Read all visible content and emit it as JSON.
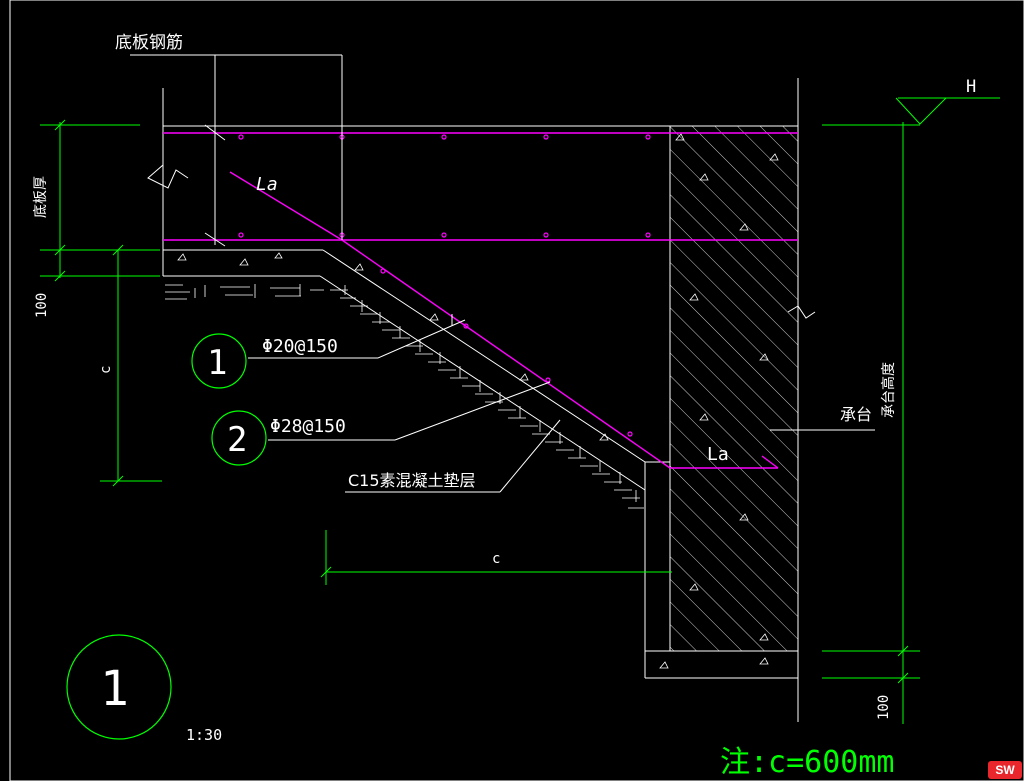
{
  "drawing": {
    "labels": {
      "slab_rebar": "底板钢筋",
      "slab_thickness": "底板厚",
      "cap_height": "承台高度",
      "cap": "承台",
      "elev_mark": "H",
      "la_top": "La",
      "la_bottom": "La",
      "dim_100_left": "100",
      "dim_100_right": "100",
      "dim_c_vertical": "c",
      "dim_c_horizontal": "c",
      "rebar1": "Φ20@150",
      "rebar2": "Φ28@150",
      "cushion": "C15素混凝土垫层",
      "callout1": "1",
      "callout2": "2",
      "detail_id": "1",
      "scale": "1:30",
      "note": "注:c=600mm"
    },
    "colors": {
      "background": "#000000",
      "outline": "#ffffff",
      "dimension": "#00ff00",
      "rebar": "#ff00ff",
      "note": "#00ff00"
    }
  }
}
